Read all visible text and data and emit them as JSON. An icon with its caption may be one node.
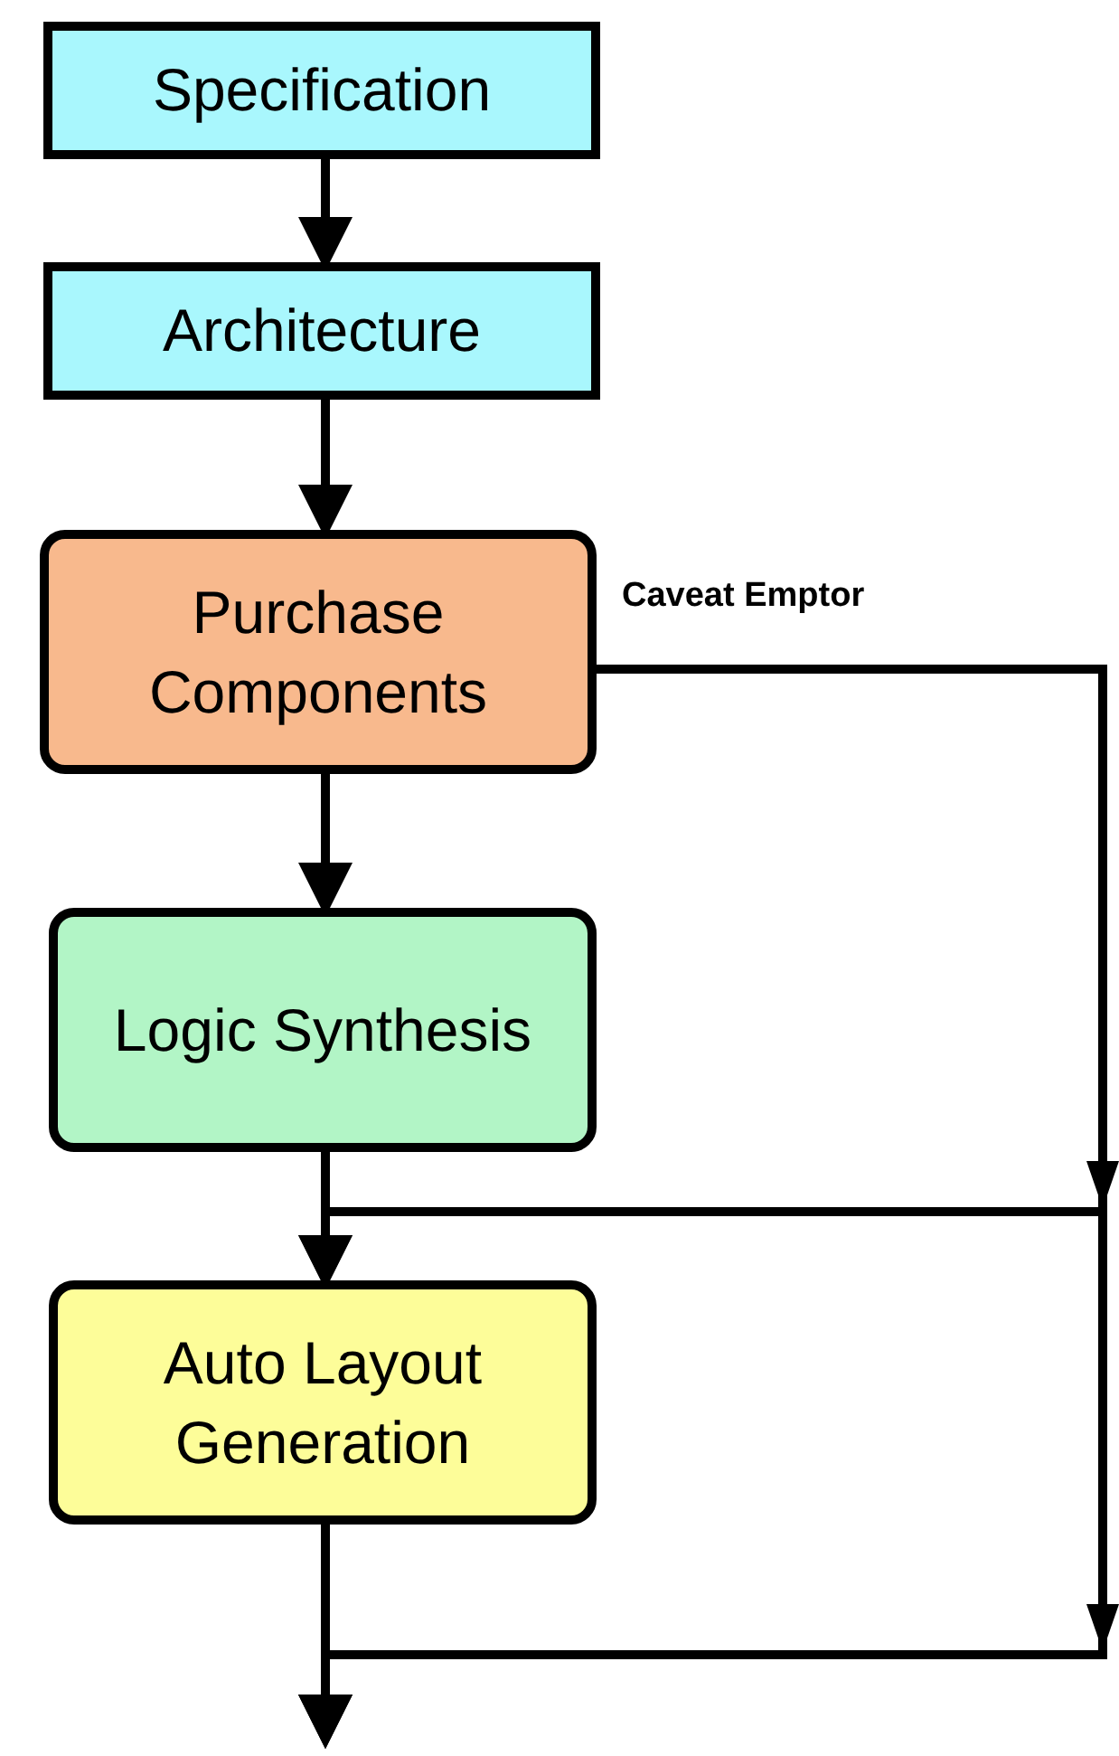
{
  "diagram": {
    "nodes": [
      {
        "text": [
          "Specification"
        ]
      },
      {
        "text": [
          "Architecture"
        ]
      },
      {
        "text": [
          "Purchase Components"
        ]
      },
      {
        "text": [
          "Logic Synthesis"
        ]
      },
      {
        "text": [
          "Auto Layout Generation"
        ]
      }
    ],
    "edges": [
      {
        "from": 0,
        "to": 1,
        "arrow": "to"
      },
      {
        "from": 1,
        "to": 2,
        "arrow": "to"
      },
      {
        "from": 2,
        "to": 3,
        "arrow": "to"
      },
      {
        "from": 2,
        "to": 4,
        "arrow": "to",
        "label": "Caveat Emptor"
      },
      {
        "from": 3,
        "to": 4,
        "arrow": "to"
      },
      {
        "from": 4,
        "to": null,
        "arrow": "to"
      },
      {
        "from": 3,
        "to": null,
        "arrow": "to"
      },
      {
        "from": 2,
        "to": null,
        "arrow": "to"
      }
    ]
  }
}
